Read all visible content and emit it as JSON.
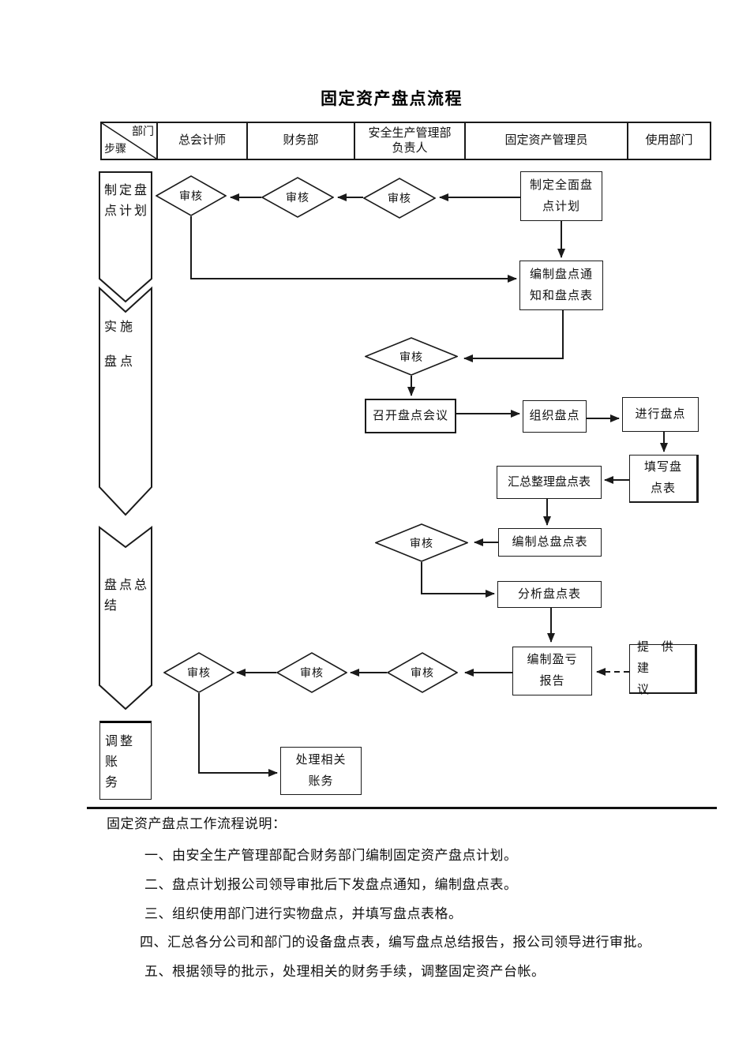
{
  "title": "固定资产盘点流程",
  "header": {
    "corner_top": "部门",
    "corner_bottom": "步骤",
    "columns": [
      "总会计师",
      "财务部",
      "安全生产管理部\n负责人",
      "固定资产管理员",
      "使用部门"
    ]
  },
  "phases": {
    "plan": "制定盘\n点计划",
    "implement": "实施\n\n盘点",
    "summary": "盘点总\n结",
    "adjust": "调整账\n务"
  },
  "nodes": {
    "review": "审核",
    "make_full_plan": "制定全面盘\n点计划",
    "prepare_notice": "编制盘点通\n知和盘点表",
    "hold_meeting": "召开盘点会议",
    "organize": "组织盘点",
    "conduct": "进行盘点",
    "fill_sheet": "填写盘\n点表",
    "collect_sheets": "汇总整理盘点表",
    "total_sheet": "编制总盘点表",
    "analyze_sheet": "分析盘点表",
    "profit_loss_report": "编制盈亏\n报告",
    "provide_advice": "提 供 建\n议",
    "handle_accounts": "处理相关\n账务"
  },
  "notes": {
    "heading": "固定资产盘点工作流程说明：",
    "items": [
      "一、由安全生产管理部配合财务部门编制固定资产盘点计划。",
      "二、盘点计划报公司领导审批后下发盘点通知，编制盘点表。",
      "三、组织使用部门进行实物盘点，并填写盘点表格。",
      "四、汇总各分公司和部门的设备盘点表，编写盘点总结报告，报公司领导进行审批。",
      "五、根据领导的批示，处理相关的财务手续，调整固定资产台帐。"
    ]
  },
  "colors": {
    "ink": "#1a1a1a",
    "paper": "#ffffff"
  }
}
